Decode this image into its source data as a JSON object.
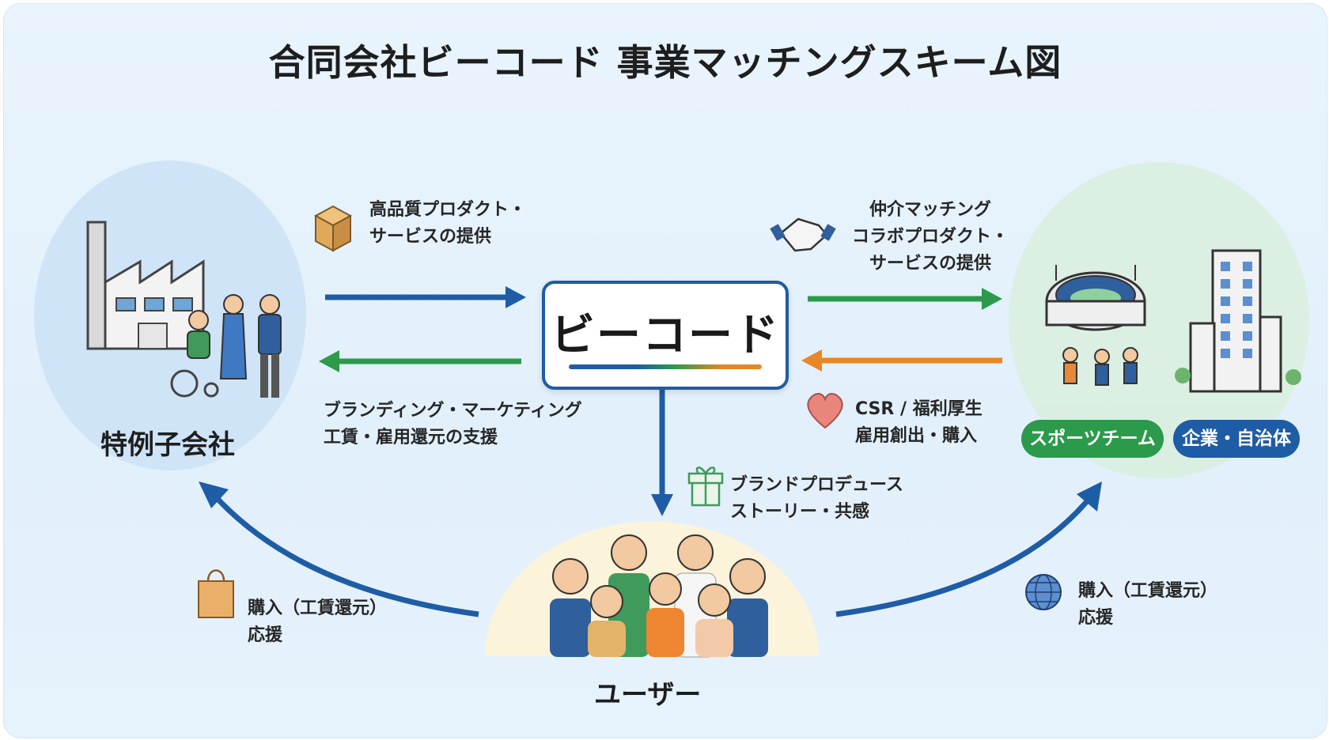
{
  "title": "合同会社ビーコード 事業マッチングスキーム図",
  "center": {
    "label": "ビーコード"
  },
  "left_node": {
    "label": "特例子会社"
  },
  "right_node": {
    "pill_sports": "スポーツチーム",
    "pill_corp": "企業・自治体"
  },
  "bottom_node": {
    "label": "ユーザー"
  },
  "flows": {
    "to_center_from_left": [
      "高品質プロダクト・",
      "サービスの提供"
    ],
    "to_left_from_center": [
      "ブランディング・マーケティング",
      "工賃・雇用還元の支援"
    ],
    "to_right_from_center": [
      "仲介マッチング",
      "コラボプロダクト・",
      "サービスの提供"
    ],
    "to_center_from_right": [
      "CSR / 福利厚生",
      "雇用創出・購入"
    ],
    "to_bottom_from_center": [
      "ブランドプロデュース",
      "ストーリー・共感"
    ],
    "bottom_to_left": [
      "購入（工賃還元）",
      "応援"
    ],
    "bottom_to_right": [
      "購入（工賃還元）",
      "応援"
    ]
  },
  "colors": {
    "blue": "#1f5ca6",
    "green": "#2b9a4a",
    "orange": "#e98626",
    "left_circle": "#cfe4f7",
    "right_circle": "#d9eedf"
  },
  "icons": {
    "box": "box-icon",
    "handshake": "handshake-icon",
    "heart": "heart-icon",
    "gift": "gift-icon",
    "bag": "shopping-bag-icon",
    "globe": "globe-icon"
  }
}
